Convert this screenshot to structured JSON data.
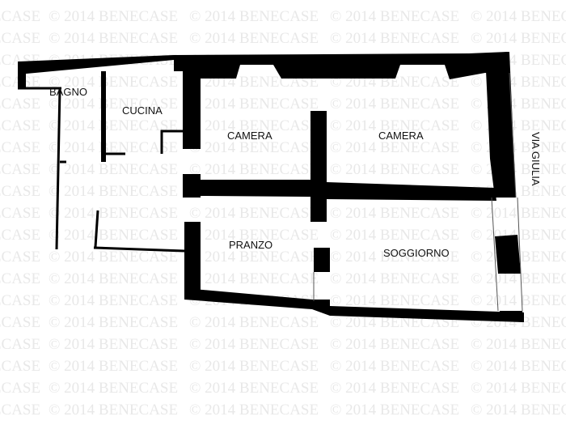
{
  "watermark": "© 2014 BENECASE",
  "street_label": "VIA GIULIA",
  "rooms": {
    "bagno": "BAGNO",
    "cucina": "CUCINA",
    "camera_1": "CAMERA",
    "camera_2": "CAMERA",
    "pranzo": "PRANZO",
    "soggiorno": "SOGGIORNO"
  },
  "colors": {
    "wall": "#000000",
    "watermark": "#e8e8e8",
    "background": "#ffffff"
  }
}
